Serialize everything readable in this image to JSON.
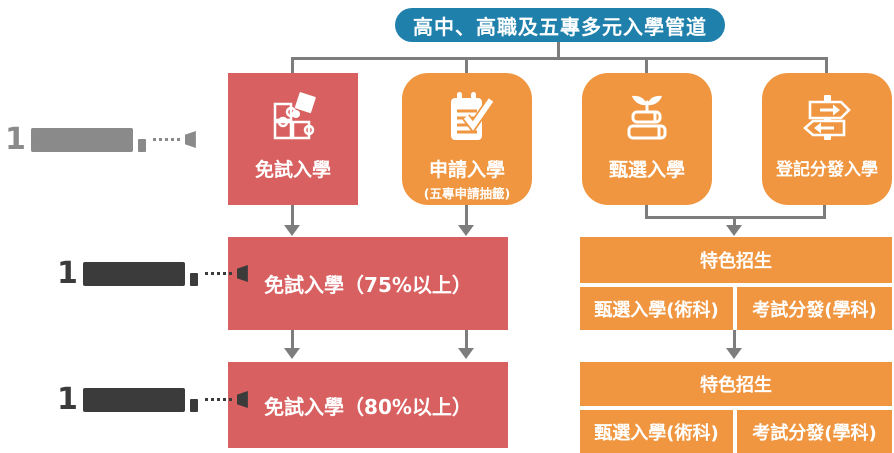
{
  "colors": {
    "blue": "#2080ac",
    "red": "#d86060",
    "orange": "#f09640",
    "connector": "#7d7d7d",
    "year_row1": "#8a8a8a",
    "year_row23": "#3b3b3b"
  },
  "header": {
    "title": "高中、高職及五專多元入學管道"
  },
  "channels": [
    {
      "name": "免試入學",
      "icon": "puzzle-icon"
    },
    {
      "name": "申請入學",
      "subname": "(五專申請抽籤)",
      "icon": "clipboard-check-icon"
    },
    {
      "name": "甄選入學",
      "icon": "books-sprout-icon"
    },
    {
      "name": "登記分發入學",
      "icon": "signpost-icon"
    }
  ],
  "year_labels": [
    {
      "visible_text": "1"
    },
    {
      "visible_text": "1"
    },
    {
      "visible_text": "1"
    }
  ],
  "rows": [
    {
      "exam_free": "免試入學（75%以上）",
      "special": "特色招生",
      "special_left": "甄選入學(術科)",
      "special_right": "考試分發(學科)"
    },
    {
      "exam_free": "免試入學（80%以上）",
      "special": "特色招生",
      "special_left": "甄選入學(術科)",
      "special_right": "考試分發(學科)"
    }
  ]
}
